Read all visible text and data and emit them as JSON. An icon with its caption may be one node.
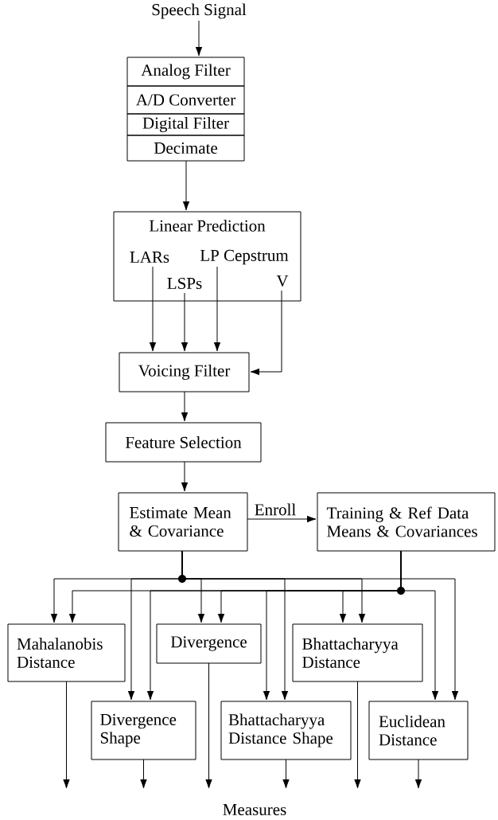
{
  "diagram": {
    "nodes": [
      {
        "text": [
          "Speech Signal"
        ]
      },
      {
        "text": [
          "Analog Filter"
        ]
      },
      {
        "text": [
          "A/D Converter"
        ]
      },
      {
        "text": [
          "Digital Filter"
        ]
      },
      {
        "text": [
          "Decimate"
        ]
      },
      {
        "text": [
          "Linear Prediction"
        ]
      },
      {
        "text": [
          "LARs"
        ],
        "in": 5
      },
      {
        "text": [
          "LSPs"
        ],
        "in": 5
      },
      {
        "text": [
          "LP Cepstrum"
        ],
        "in": 5
      },
      {
        "text": [
          "V"
        ],
        "in": 5
      },
      {
        "text": [
          "Voicing Filter"
        ]
      },
      {
        "text": [
          "Feature Selection"
        ]
      },
      {
        "text": [
          "Estimate Mean & Covariance"
        ]
      },
      {
        "text": [
          "Training & Ref Data Means & Covariances"
        ]
      },
      {
        "text": [
          "Mahalanobis Distance"
        ]
      },
      {
        "text": [
          "Divergence"
        ]
      },
      {
        "text": [
          "Bhattacharyya Distance"
        ]
      },
      {
        "text": [
          "Divergence Shape"
        ]
      },
      {
        "text": [
          "Bhattacharyya Distance Shape"
        ]
      },
      {
        "text": [
          "Euclidean Distance"
        ]
      }
    ],
    "edges": [
      {
        "from": 0,
        "to": 1,
        "arrow": "to"
      },
      {
        "from": 4,
        "to": 5,
        "arrow": "to"
      },
      {
        "from": 6,
        "to": 10,
        "arrow": "to"
      },
      {
        "from": 7,
        "to": 10,
        "arrow": "to"
      },
      {
        "from": 8,
        "to": 10,
        "arrow": "to"
      },
      {
        "from": 9,
        "to": 10,
        "arrow": "to"
      },
      {
        "from": 10,
        "to": 11,
        "arrow": "to"
      },
      {
        "from": 11,
        "to": 12,
        "arrow": "to"
      },
      {
        "from": 12,
        "to": 13,
        "arrow": "to",
        "label": "Enroll"
      },
      {
        "from": 12,
        "to": 14,
        "arrow": "to"
      },
      {
        "from": 12,
        "to": 17,
        "arrow": "to"
      },
      {
        "from": 12,
        "to": 15,
        "arrow": "to"
      },
      {
        "from": 12,
        "to": 18,
        "arrow": "to"
      },
      {
        "from": 12,
        "to": 16,
        "arrow": "to"
      },
      {
        "from": 12,
        "to": 19,
        "arrow": "to"
      },
      {
        "from": 13,
        "to": 14,
        "arrow": "to"
      },
      {
        "from": 13,
        "to": 17,
        "arrow": "to"
      },
      {
        "from": 13,
        "to": 15,
        "arrow": "to"
      },
      {
        "from": 13,
        "to": 18,
        "arrow": "to"
      },
      {
        "from": 13,
        "to": 16,
        "arrow": "to"
      },
      {
        "from": 13,
        "to": 19,
        "arrow": "to"
      },
      {
        "from": 14,
        "to": null,
        "arrow": "to"
      },
      {
        "from": 17,
        "to": null,
        "arrow": "to"
      },
      {
        "from": 15,
        "to": null,
        "arrow": "to"
      },
      {
        "from": 18,
        "to": null,
        "arrow": "to"
      },
      {
        "from": 16,
        "to": null,
        "arrow": "to"
      },
      {
        "from": 19,
        "to": null,
        "arrow": "to"
      }
    ],
    "labels": [
      "Measures"
    ]
  }
}
